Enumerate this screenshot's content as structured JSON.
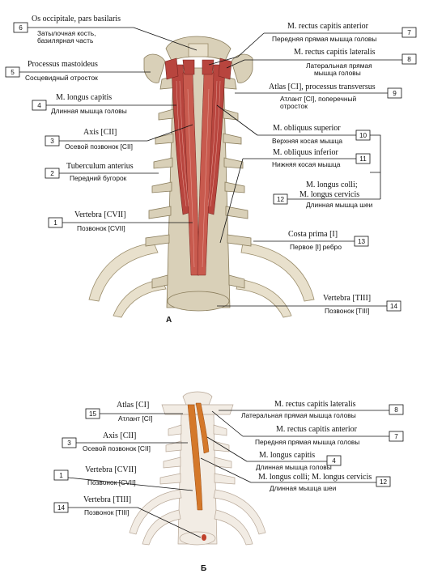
{
  "panels": {
    "a": "A",
    "b": "Б"
  },
  "labels_a": [
    {
      "num": "6",
      "lat": "Os occipitale, pars basilaris",
      "rus1": "Затылочная кость,",
      "rus2": "базилярная часть"
    },
    {
      "num": "5",
      "lat": "Processus mastoideus",
      "rus1": "Сосцевидный отросток",
      "rus2": ""
    },
    {
      "num": "4",
      "lat": "M. longus capitis",
      "rus1": "Длинная мышца головы",
      "rus2": ""
    },
    {
      "num": "3",
      "lat": "Axis [CII]",
      "rus1": "Осевой позвонок [CII]",
      "rus2": ""
    },
    {
      "num": "2",
      "lat": "Tuberculum anterius",
      "rus1": "Передний бугорок",
      "rus2": ""
    },
    {
      "num": "1",
      "lat": "Vertebra [CVII]",
      "rus1": "Позвонок [CVII]",
      "rus2": ""
    },
    {
      "num": "7",
      "lat": "M. rectus capitis anterior",
      "rus1": "Передняя прямая мышца головы",
      "rus2": ""
    },
    {
      "num": "8",
      "lat": "M. rectus capitis lateralis",
      "rus1": "Латеральная прямая",
      "rus2": "мышца головы"
    },
    {
      "num": "9",
      "lat": "Atlas [CI], processus transversus",
      "rus1": "Атлант [CI], поперечный",
      "rus2": "отросток"
    },
    {
      "num": "10",
      "lat": "M. obliquus superior",
      "rus1": "Верхняя косая мышца",
      "rus2": ""
    },
    {
      "num": "11",
      "lat": "M. obliquus inferior",
      "rus1": "Нижняя косая мышца",
      "rus2": ""
    },
    {
      "num": "12",
      "lat1": "M. longus colli;",
      "lat2": "M. longus cervicis",
      "rus1": "Длинная мышца шеи"
    },
    {
      "num": "13",
      "lat": "Costa prima [I]",
      "rus1": "Первое [I] ребро",
      "rus2": ""
    },
    {
      "num": "14",
      "lat": "Vertebra [TIII]",
      "rus1": "Позвонок [TIII]",
      "rus2": ""
    }
  ],
  "labels_b": [
    {
      "num": "15",
      "lat": "Atlas [CI]",
      "rus1": "Атлант [CI]"
    },
    {
      "num": "3",
      "lat": "Axis [CII]",
      "rus1": "Осевой позвонок [CII]"
    },
    {
      "num": "1",
      "lat": "Vertebra [CVII]",
      "rus1": "Позвонок [CVII]"
    },
    {
      "num": "14",
      "lat": "Vertebra [TIII]",
      "rus1": "Позвонок [TIII]"
    },
    {
      "num": "8",
      "lat": "M. rectus capitis lateralis",
      "rus1": "Латеральная прямая мышца головы"
    },
    {
      "num": "7",
      "lat": "M. rectus capitis anterior",
      "rus1": "Передняя прямая мышца головы"
    },
    {
      "num": "4",
      "lat": "M. longus capitis",
      "rus1": "Длинная мышца головы"
    },
    {
      "num": "12",
      "lat": "M. longus colli; M. longus cervicis",
      "rus1": "Длинная мышца шеи"
    }
  ]
}
